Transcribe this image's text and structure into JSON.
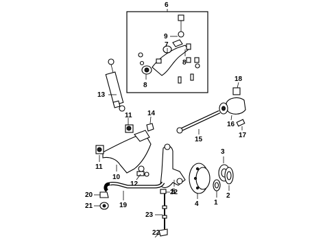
{
  "callouts": {
    "c1": "1",
    "c2": "2",
    "c3": "3",
    "c4": "4",
    "c5": "5",
    "c6": "6",
    "c7": "7",
    "c8a": "8",
    "c8b": "8",
    "c9": "9",
    "c10": "10",
    "c11a": "11",
    "c11b": "11",
    "c12": "12",
    "c13": "13",
    "c14": "14",
    "c15": "15",
    "c16": "16",
    "c17": "17",
    "c18": "18",
    "c19": "19",
    "c20": "20",
    "c21": "21",
    "c22a": "22",
    "c22b": "22",
    "c23": "23"
  }
}
